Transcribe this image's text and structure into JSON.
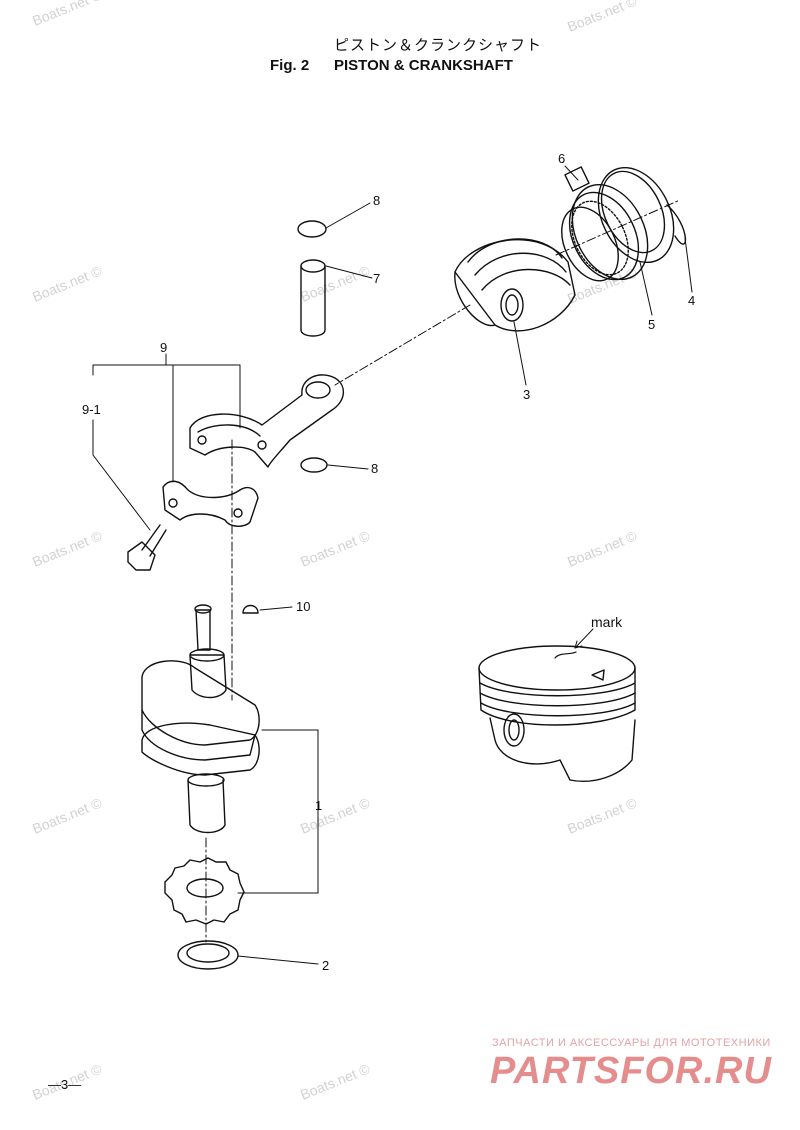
{
  "title": {
    "japanese": "ピストン＆クランクシャフト",
    "fig": "Fig. 2",
    "english": "PISTON & CRANKSHAFT"
  },
  "part_labels": [
    "1",
    "2",
    "3",
    "4",
    "5",
    "6",
    "7",
    "8",
    "8",
    "9",
    "9-1",
    "10"
  ],
  "mark_label": "mark",
  "page_number": "—3—",
  "watermark_text": "Boats.net ©",
  "promo": {
    "small": "ЗАПЧАСТИ И АКСЕССУАРЫ ДЛЯ МОТОТЕХНИКИ",
    "big": "PARTSFOR.RU",
    "color": "#e58d8d"
  }
}
